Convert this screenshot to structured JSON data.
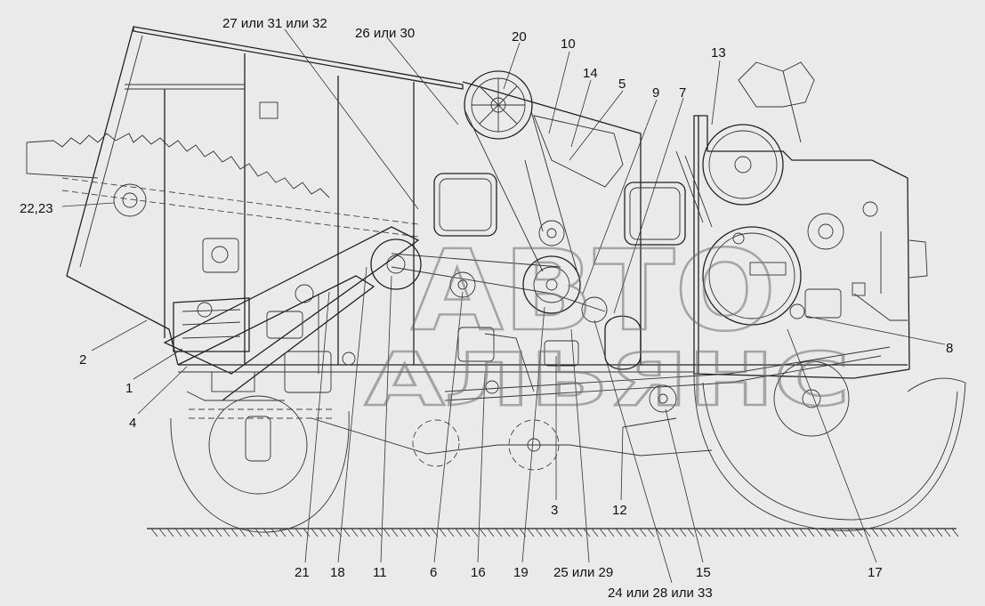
{
  "watermark": {
    "line1": "АВТО",
    "line2": "АЛЬЯНС"
  },
  "labels": [
    {
      "id": "l27",
      "text": "27 или 31 или 32"
    },
    {
      "id": "l26",
      "text": "26 или 30"
    },
    {
      "id": "l20",
      "text": "20"
    },
    {
      "id": "l10",
      "text": "10"
    },
    {
      "id": "l14",
      "text": "14"
    },
    {
      "id": "l5",
      "text": "5"
    },
    {
      "id": "l9",
      "text": "9"
    },
    {
      "id": "l7",
      "text": "7"
    },
    {
      "id": "l13",
      "text": "13"
    },
    {
      "id": "l2223",
      "text": "22,23"
    },
    {
      "id": "l2",
      "text": "2"
    },
    {
      "id": "l1",
      "text": "1"
    },
    {
      "id": "l4",
      "text": "4"
    },
    {
      "id": "l8",
      "text": "8"
    },
    {
      "id": "l3",
      "text": "3"
    },
    {
      "id": "l12",
      "text": "12"
    },
    {
      "id": "l21",
      "text": "21"
    },
    {
      "id": "l18",
      "text": "18"
    },
    {
      "id": "l11",
      "text": "11"
    },
    {
      "id": "l6",
      "text": "6"
    },
    {
      "id": "l16",
      "text": "16"
    },
    {
      "id": "l19",
      "text": "19"
    },
    {
      "id": "l2529",
      "text": "25 или 29"
    },
    {
      "id": "l15",
      "text": "15"
    },
    {
      "id": "l17",
      "text": "17"
    },
    {
      "id": "l242833",
      "text": "24 или 28 или 33"
    }
  ]
}
